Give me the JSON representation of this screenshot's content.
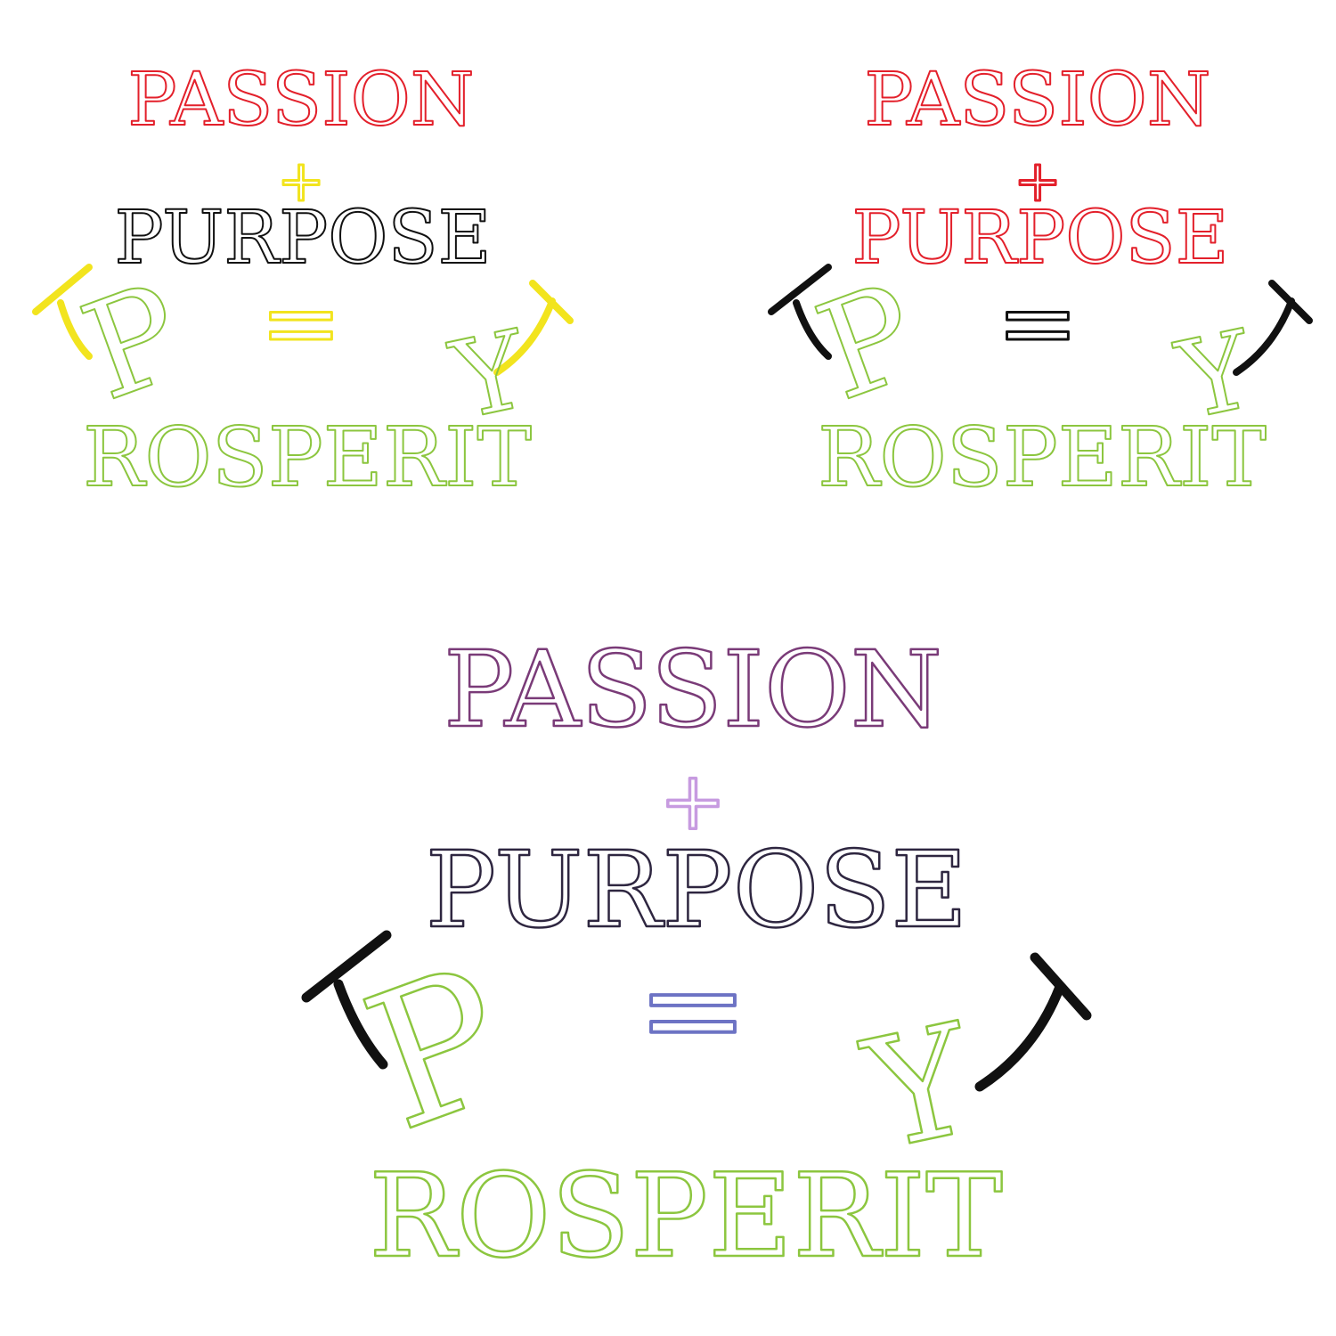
{
  "logos": [
    {
      "id": "a",
      "line1": "PASSION",
      "plus": "+",
      "line2": "PURPOSE",
      "equals": "=",
      "line3_cap": "P",
      "line3_rest": "ROSPERIT",
      "line3_tail": "Y",
      "colors": {
        "passion": "#e3202b",
        "plus": "#f2e41e",
        "purpose": "#111111",
        "equals": "#f2e41e",
        "prosperity": "#8cc63f",
        "brackets": "#f2e41e"
      }
    },
    {
      "id": "b",
      "line1": "PASSION",
      "plus": "+",
      "line2": "PURPOSE",
      "equals": "=",
      "line3_cap": "P",
      "line3_rest": "ROSPERIT",
      "line3_tail": "Y",
      "colors": {
        "passion": "#e3202b",
        "plus": "#e3202b",
        "purpose": "#e3202b",
        "equals": "#111111",
        "prosperity": "#8cc63f",
        "brackets": "#111111"
      }
    },
    {
      "id": "c",
      "line1": "PASSION",
      "plus": "+",
      "line2": "PURPOSE",
      "equals": "=",
      "line3_cap": "P",
      "line3_rest": "ROSPERIT",
      "line3_tail": "Y",
      "colors": {
        "passion": "#7a3b78",
        "plus": "#c79be0",
        "purpose": "#2e2640",
        "equals": "#6d73c4",
        "prosperity": "#8cc63f",
        "brackets": "#111111"
      }
    }
  ]
}
